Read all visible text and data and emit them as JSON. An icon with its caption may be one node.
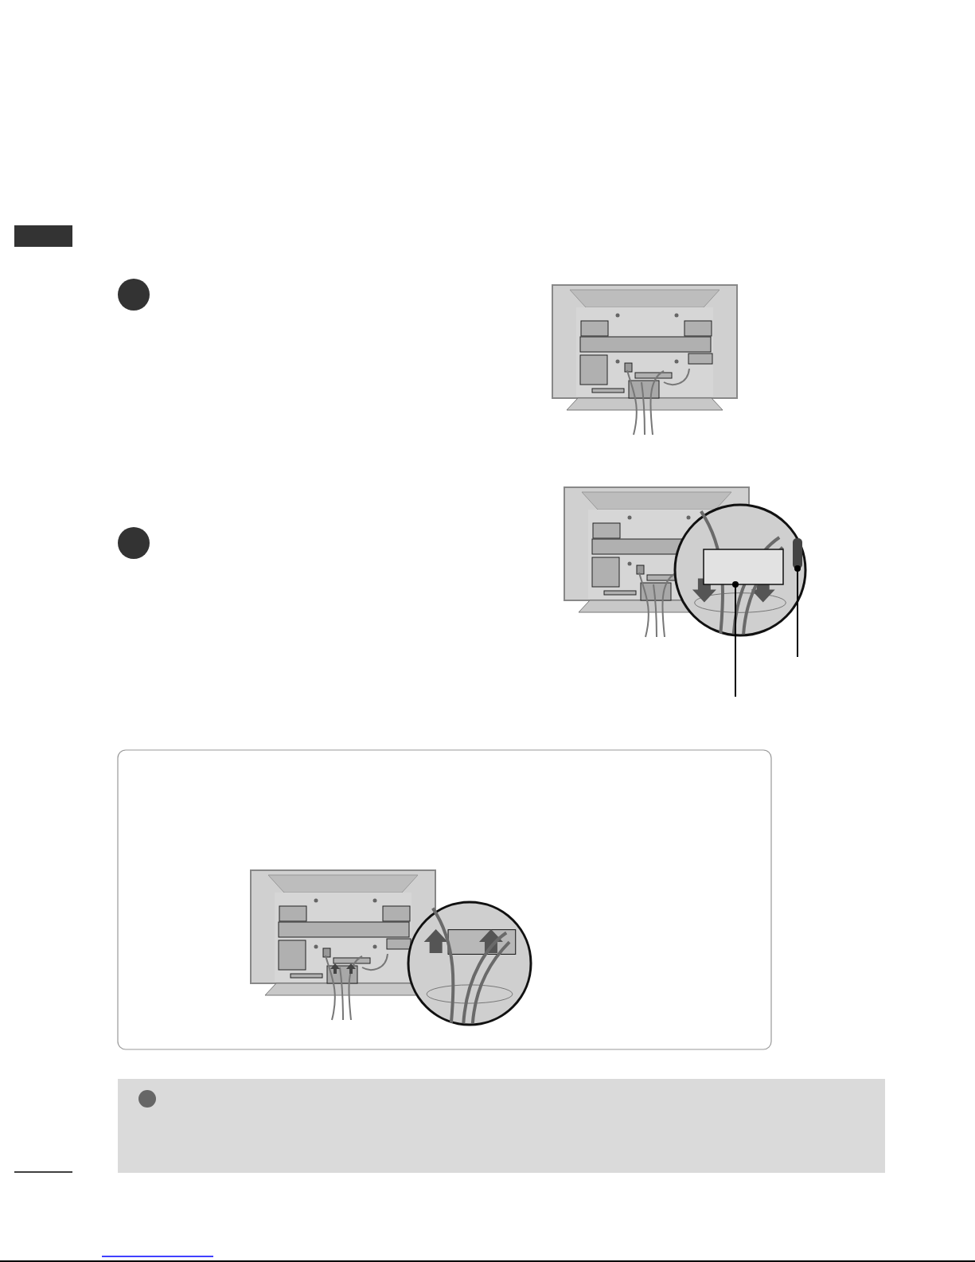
{
  "diagram": {
    "nodes": [
      {
        "text": [],
        "shape": "bar"
      },
      {
        "text": [],
        "shape": "box"
      },
      {
        "text": [],
        "shape": "bar"
      }
    ],
    "edges": [
      {
        "from": null,
        "to": 1,
        "arrow": "other"
      },
      {
        "from": null,
        "to": 2,
        "arrow": "other"
      }
    ]
  }
}
